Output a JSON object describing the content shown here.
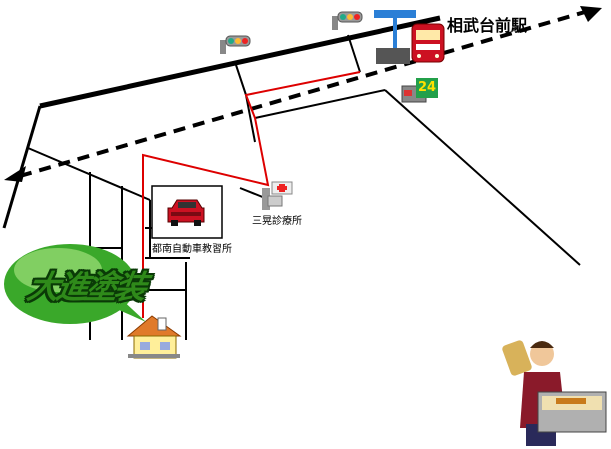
{
  "labels": {
    "station": "相武台前駅",
    "clinic": "三晃診療所",
    "driving_school": "都南自動車教習所",
    "company_logo": "大進塗装"
  },
  "badges": {
    "convenience_store_hours": "24"
  },
  "colors": {
    "route": "#dd0000",
    "road": "#000000",
    "logo_fill": "#2f8a1a",
    "logo_bubble": "#3aa82a",
    "train_body": "#cc1122",
    "platform": "#2b7fd6",
    "house_roof": "#e07a2a"
  },
  "icons": [
    "traffic-signal-icon",
    "train-icon",
    "convenience-store-icon",
    "hospital-icon",
    "car-icon",
    "house-icon",
    "painter-worker-icon"
  ]
}
